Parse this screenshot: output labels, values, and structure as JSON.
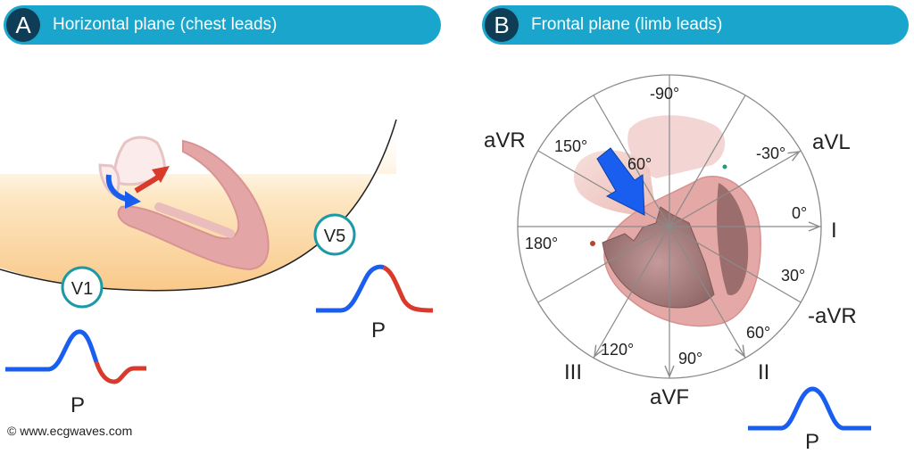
{
  "panel_a": {
    "badge": "A",
    "title": "Horizontal plane (chest leads)",
    "lead_v1": "V1",
    "lead_v5": "V5",
    "p_label_v1": "P",
    "p_label_v5": "P"
  },
  "panel_b": {
    "badge": "B",
    "title": "Frontal plane (limb leads)",
    "angles": {
      "neg90": "-90°",
      "neg30": "-30°",
      "zero": "0°",
      "pos30": "30°",
      "pos60": "60°",
      "pos90": "90°",
      "pos120": "120°",
      "pos150": "150°",
      "pos180": "180°",
      "inner60": "60°"
    },
    "leads": {
      "avr": "aVR",
      "avl": "aVL",
      "i": "I",
      "neg_avr": "-aVR",
      "ii": "II",
      "avf": "aVF",
      "iii": "III"
    },
    "p_label": "P"
  },
  "colors": {
    "banner": "#1aa6cc",
    "badge": "#0e3d55",
    "wave_blue": "#1a5ef0",
    "wave_red": "#d93a2b",
    "lead_ring": "#1b9aa6"
  },
  "copyright": "© www.ecgwaves.com"
}
